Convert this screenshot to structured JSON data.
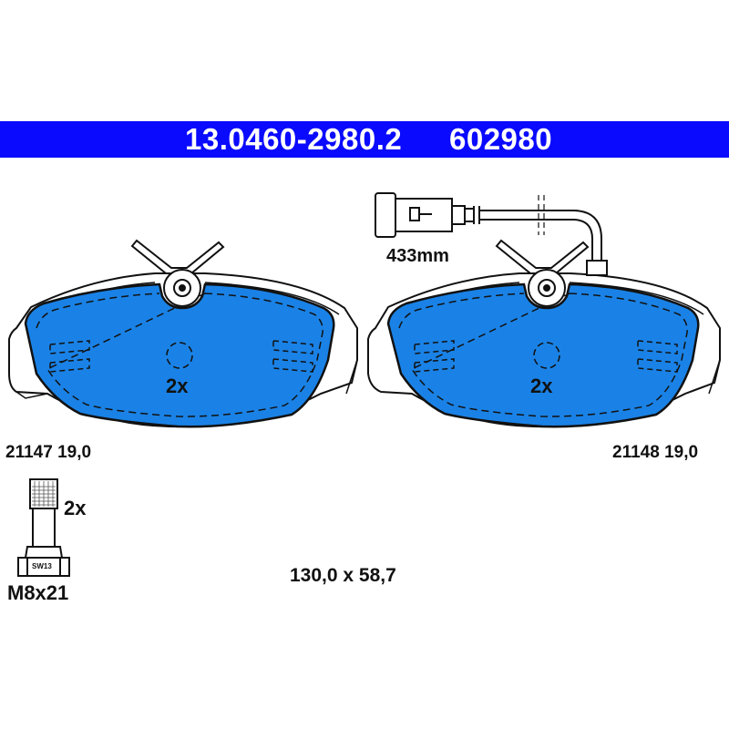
{
  "header": {
    "part_number": "13.0460-2980.2",
    "reference": "602980",
    "background": "#0a0aff"
  },
  "pad_left": {
    "quantity": "2x",
    "code": "21147 19,0"
  },
  "pad_right": {
    "quantity": "2x",
    "code": "21148 19,0"
  },
  "sensor": {
    "length": "433mm"
  },
  "bolt": {
    "quantity": "2x",
    "size": "M8x21",
    "wrench": "SW13"
  },
  "dimensions": "130,0 x 58,7",
  "colors": {
    "pad_fill": "#1a82e6",
    "outline": "#111111"
  }
}
